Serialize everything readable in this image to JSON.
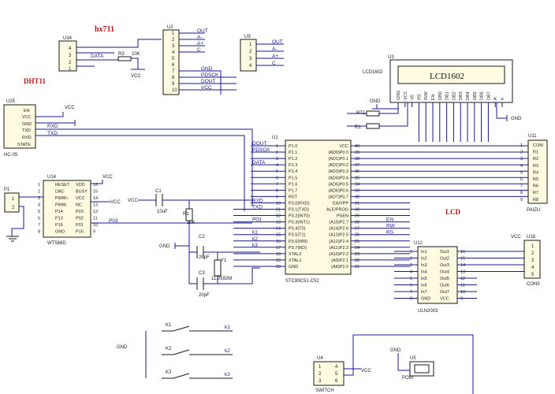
{
  "red_labels": {
    "hx711": "hx711",
    "dht11": "DHT11",
    "lcd": "LCD"
  },
  "U34": {
    "ref": "U34",
    "pins": [
      "4",
      "3",
      "2",
      "1"
    ],
    "net_data": "DATA",
    "r3": "R3",
    "r3_val": "10K",
    "vcc": "VCC"
  },
  "U2": {
    "ref": "U2",
    "pins": [
      "1",
      "2",
      "3",
      "4",
      "5",
      "6",
      "7",
      "8",
      "9",
      "10"
    ],
    "labels": [
      "OUT",
      "A-",
      "A+",
      "C",
      "",
      "",
      "GND",
      "PDSCK",
      "DOUT",
      "VCC"
    ]
  },
  "U9": {
    "ref": "U9",
    "pins": [
      "1",
      "2",
      "3",
      "4"
    ],
    "labels": [
      "OUT",
      "A-",
      "A+",
      "C"
    ]
  },
  "U3": {
    "ref": "U3",
    "part": "LCD1602",
    "display": "LCD1602",
    "pins": [
      "GND",
      "VCC",
      "V0",
      "RS",
      "R/W",
      "EN",
      "DB0",
      "DB1",
      "DB2",
      "DB3",
      "DB4",
      "DB5",
      "DB6",
      "DB7",
      "A",
      "K"
    ],
    "gnd": "GND",
    "vcc": "VCC"
  },
  "U25": {
    "ref": "U25",
    "part": "HC-05",
    "pins": [
      "EN",
      "VCC",
      "GND",
      "TXD",
      "RXD",
      "STATE"
    ],
    "vcc": "VCC",
    "net_rxd": "RXD",
    "net_txd": "TXD"
  },
  "U14": {
    "ref": "U14",
    "part": "WT588D",
    "left": [
      "RESET",
      "DAC",
      "PWM+",
      "PWM-",
      "P14",
      "P13",
      "P16",
      "GND"
    ],
    "right": [
      "VDD",
      "BUSY",
      "VCC",
      "NC",
      "P03",
      "P02",
      "P01",
      "P15"
    ],
    "nums_l": [
      "1",
      "2",
      "3",
      "4",
      "5",
      "6",
      "7",
      "8"
    ],
    "nums_r": [
      "16",
      "15",
      "14",
      "13",
      "12",
      "11",
      "10",
      "9"
    ],
    "vcc": "VCC"
  },
  "P1": {
    "ref": "P1",
    "pins": [
      "1",
      "2"
    ]
  },
  "U1": {
    "ref": "U1",
    "part": "STC89C51-C52",
    "left": [
      "P1.0",
      "P1.1",
      "P1.2",
      "P1.3",
      "P1.4",
      "P1.5",
      "P1.6",
      "P1.7",
      "RST",
      "P3.0(RXD)",
      "P3.1(TXD)",
      "P3.2(INT0)",
      "P3.3(INT1)",
      "P3.4(T0)",
      "P3.5(T1)",
      "P3.6(WR)",
      "P3.7(RD)",
      "XTAL2",
      "XTAL1",
      "GND"
    ],
    "right": [
      "VCC",
      "(AD0)P0.0",
      "(AD1)P0.1",
      "(AD2)P0.2",
      "(AD3)P0.3",
      "(AD4)P0.4",
      "(AD5)P0.5",
      "(AD6)P0.6",
      "(AD7)P0.7",
      "EA/VPP",
      "ALE/PROG",
      "PSEN",
      "(A15)P2.7",
      "(A14)P2.6",
      "(A13)P2.5",
      "(A12)P2.4",
      "(A11)P2.3",
      "(A10)P2.2",
      "(A9)P2.1",
      "(A8)P2.0"
    ],
    "nums_l": [
      "1",
      "2",
      "3",
      "4",
      "5",
      "6",
      "7",
      "8",
      "9",
      "10",
      "11",
      "12",
      "13",
      "14",
      "15",
      "16",
      "17",
      "18",
      "19",
      "20"
    ],
    "nums_r": [
      "40",
      "39",
      "38",
      "37",
      "36",
      "35",
      "34",
      "33",
      "32",
      "31",
      "30",
      "29",
      "28",
      "27",
      "26",
      "25",
      "24",
      "23",
      "22",
      "21"
    ]
  },
  "nets_u1_left": [
    "DOUT",
    "PDSCK",
    "",
    "DATA",
    "",
    "",
    "",
    "",
    "",
    "RXD",
    "TXD",
    "",
    "P03",
    "",
    "k1",
    "k2",
    "k3"
  ],
  "nets_u1_right": [
    "",
    "",
    "",
    "",
    "",
    "",
    "",
    "",
    "",
    "",
    "",
    "",
    "EN",
    "RW",
    "RS"
  ],
  "C1": {
    "ref": "C1",
    "val": "10uF",
    "vcc": "VCC"
  },
  "R1": {
    "ref": "R1",
    "val": "10K"
  },
  "C2": {
    "ref": "C2",
    "val": "20pF"
  },
  "C3": {
    "ref": "C3",
    "val": "20pF"
  },
  "Y1": {
    "ref": "Y1",
    "val": "11.0592M"
  },
  "RT": {
    "ref1": "RT1",
    "ref2": "R1"
  },
  "U11": {
    "ref": "U11",
    "part": "PAIZU",
    "pins": [
      "COM",
      "R1",
      "R2",
      "R3",
      "R4",
      "R5",
      "R6",
      "R7",
      "R8"
    ],
    "nums": [
      "1",
      "2",
      "3",
      "4",
      "5",
      "6",
      "7",
      "8",
      "9"
    ]
  },
  "U12": {
    "ref": "U12",
    "part": "ULN2003",
    "left": [
      "In1",
      "In2",
      "In3",
      "In4",
      "In5",
      "In6",
      "In7",
      "GND"
    ],
    "right": [
      "Out1",
      "Out2",
      "Out3",
      "Out4",
      "Out5",
      "Out6",
      "Out7",
      "VCC"
    ],
    "nums_l": [
      "1",
      "2",
      "3",
      "4",
      "5",
      "6",
      "7",
      "8"
    ],
    "nums_r": [
      "16",
      "15",
      "14",
      "13",
      "12",
      "11",
      "10",
      "9"
    ]
  },
  "U18": {
    "ref": "U18",
    "part": "CON5",
    "pins": [
      "1",
      "2",
      "3",
      "4",
      "5"
    ],
    "vcc": "VCC"
  },
  "keys": [
    {
      "ref": "K1",
      "net": "k1"
    },
    {
      "ref": "K2",
      "net": "k2"
    },
    {
      "ref": "K3",
      "net": "k3"
    }
  ],
  "U4": {
    "ref": "U4",
    "part": "SWITCH",
    "pins_l": [
      "1",
      "2",
      "3"
    ],
    "pins_r": [
      "4",
      "5",
      "6"
    ],
    "vcc": "VCC"
  },
  "U5": {
    "ref": "U5",
    "part": "POW",
    "gnd": "GND"
  },
  "misc": {
    "gnd": "GND",
    "vcc": "VCC"
  }
}
